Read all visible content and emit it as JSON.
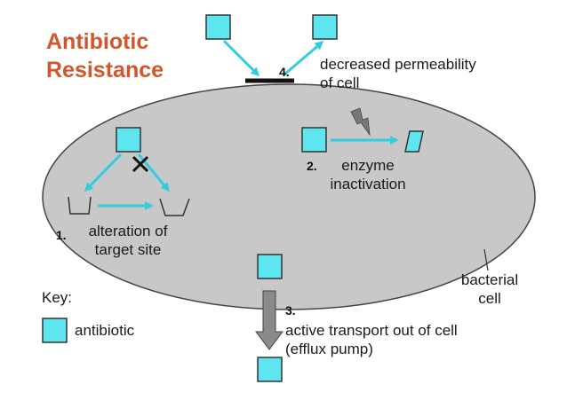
{
  "title": {
    "line1": "Antibiotic",
    "line2": "Resistance"
  },
  "mechanisms": {
    "permeability": {
      "number": "4.",
      "line1": "decreased permeability",
      "line2": "of cell"
    },
    "enzyme": {
      "number": "2.",
      "line1": "enzyme",
      "line2": "inactivation"
    },
    "target": {
      "number": "1.",
      "line1": "alteration of",
      "line2": "target site"
    },
    "efflux": {
      "number": "3.",
      "line1": "active transport out of cell",
      "line2": "(efflux pump)"
    }
  },
  "cell_label": {
    "line1": "bacterial",
    "line2": "cell"
  },
  "key": {
    "heading": "Key:",
    "antibiotic": "antibiotic"
  },
  "colors": {
    "title": "#d2562a",
    "cell_fill": "#c8c8c8",
    "cell_stroke": "#444444",
    "antibiotic_fill": "#5de6f0",
    "arrow_cyan": "#33ccdd",
    "efflux_arrow": "#8a8a8a",
    "lightning": "#777777"
  },
  "icons": [
    "antibiotic-square-icon",
    "lightning-bolt-icon",
    "cross-mark-icon",
    "membrane-bar-icon"
  ]
}
